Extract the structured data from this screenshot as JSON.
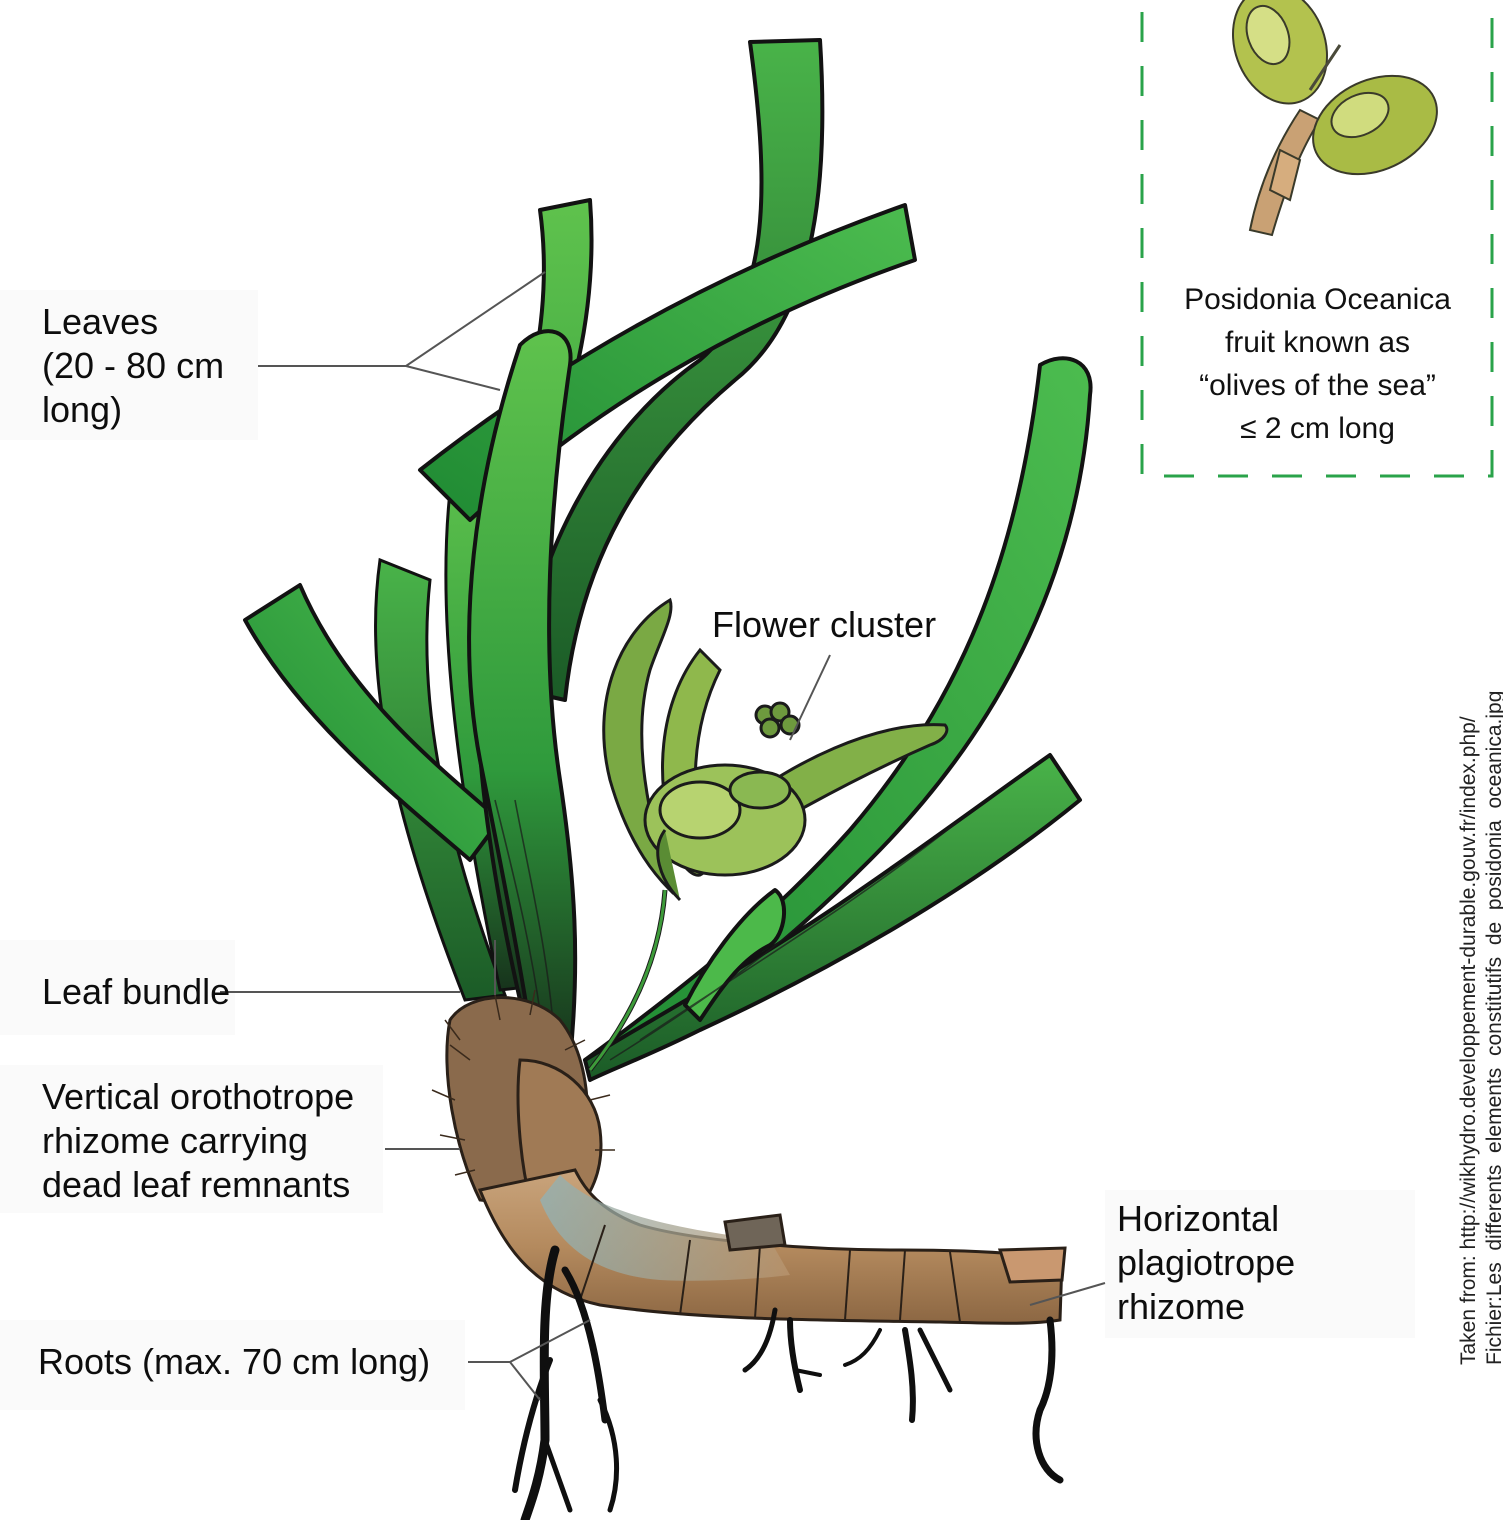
{
  "labels": {
    "leaves": "Leaves\n(20 - 80 cm\nlong)",
    "flower_cluster": "Flower cluster",
    "leaf_bundle": "Leaf bundle",
    "vertical_rhizome": "Vertical orothotrope\nrhizome carrying\ndead leaf remnants",
    "horizontal_rhizome": "Horizontal\nplagiotrope\nrhizome",
    "roots": "Roots (max. 70 cm long)"
  },
  "fruit_inset": {
    "caption": "Posidonia Oceanica\nfruit known as\n“olives of the sea”\n≤ 2 cm long"
  },
  "credit": {
    "line1": "Taken from: http://wikhydro.developpement-durable.gouv.fr/index.php/",
    "line2": "Fichier:Les_differents_elements_constitutifs_de_posidonia_oceanica.jpg"
  },
  "colors": {
    "leaf_light": "#5cbf4a",
    "leaf_dark": "#1e6a2a",
    "rhizome": "#b89068",
    "inset_border": "#2aa34a"
  }
}
